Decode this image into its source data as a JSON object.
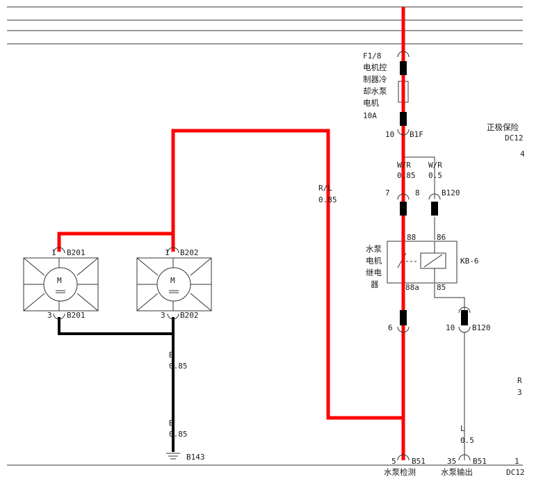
{
  "fuse": {
    "id": "F1/8",
    "name_lines": [
      "电机控",
      "制器冷",
      "却水泵",
      "电机"
    ],
    "rating": "10A",
    "pin_bottom": "10",
    "connector": "B1F"
  },
  "top_right": {
    "label1": "正极保险",
    "label2": "DC12",
    "mark": "4"
  },
  "wires": {
    "wr1": {
      "color": "W/R",
      "gauge": "0.85"
    },
    "wr2": {
      "color": "W/R",
      "gauge": "0.5"
    },
    "rl": {
      "color": "R/L",
      "gauge": "0.85"
    },
    "b1": {
      "color": "B",
      "gauge": "0.85"
    },
    "b2": {
      "color": "B",
      "gauge": "0.85"
    },
    "l": {
      "color": "L",
      "gauge": "0.5"
    }
  },
  "b120_top": {
    "pin1": "7",
    "pin2": "8",
    "connector": "B120"
  },
  "b120_bottom": {
    "pin": "10",
    "connector": "B120"
  },
  "relay": {
    "name_lines": [
      "水泵",
      "电机",
      "继电",
      "器"
    ],
    "id": "KB-6",
    "pin_88": "88",
    "pin_86": "86",
    "pin_88a": "88a",
    "pin_85": "85"
  },
  "pin6": "6",
  "motor1": {
    "top_pin": "1",
    "top_conn": "B201",
    "bottom_pin": "3",
    "bottom_conn": "B201",
    "symbol": "M"
  },
  "motor2": {
    "top_pin": "1",
    "top_conn": "B202",
    "bottom_pin": "3",
    "bottom_conn": "B202",
    "symbol": "M"
  },
  "ground": {
    "connector": "B143"
  },
  "bottom": {
    "pin1": "5",
    "conn1": "B51",
    "label1": "水泵检测",
    "pin2": "35",
    "conn2": "B51",
    "label2": "水泵输出",
    "pin3": "1",
    "label3": "DC12"
  },
  "right_edge": {
    "label1": "R",
    "label2": "3"
  }
}
